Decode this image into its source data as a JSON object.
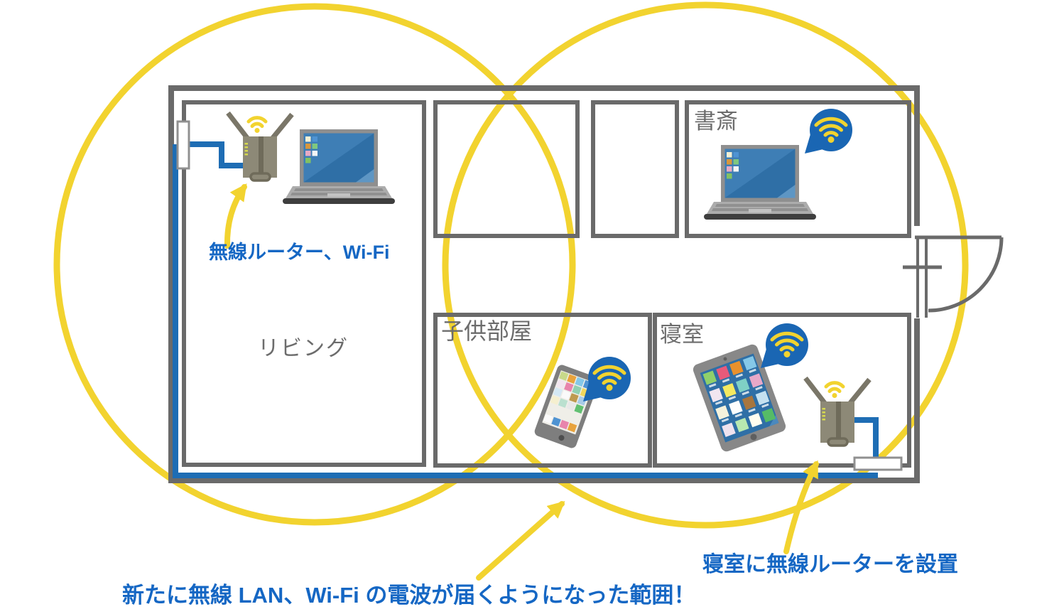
{
  "rooms": {
    "living": {
      "label": "リビング"
    },
    "kids": {
      "label": "子供部屋"
    },
    "bedroom": {
      "label": "寝室"
    },
    "study": {
      "label": "書斎"
    }
  },
  "annotations": {
    "router_main": {
      "label": "無線ルーター、Wi-Fi"
    },
    "router_bedroom": {
      "label": "寝室に無線ルーターを設置"
    },
    "coverage": {
      "label": "新たに無線 LAN、Wi-Fi の電波が届くようになった範囲！"
    }
  },
  "icons": {
    "wireless_router": "wireless-router-icon",
    "wifi_bubble": "wifi-signal-bubble-icon",
    "laptop": "laptop-icon",
    "smartphone": "smartphone-icon",
    "tablet": "tablet-icon",
    "wall_outlet": "lan-wall-outlet",
    "door": "entrance-door"
  },
  "colors": {
    "coverage_yellow": "#F2D32F",
    "cable_blue": "#1E6DB4",
    "wall_gray": "#6A6A6A",
    "text_blue": "#1567C4",
    "room_label_gray": "#6C6C6C",
    "bubble_blue": "#1A66B3",
    "screen_blue": "#2F6FA6",
    "router_body": "#8D8977"
  }
}
